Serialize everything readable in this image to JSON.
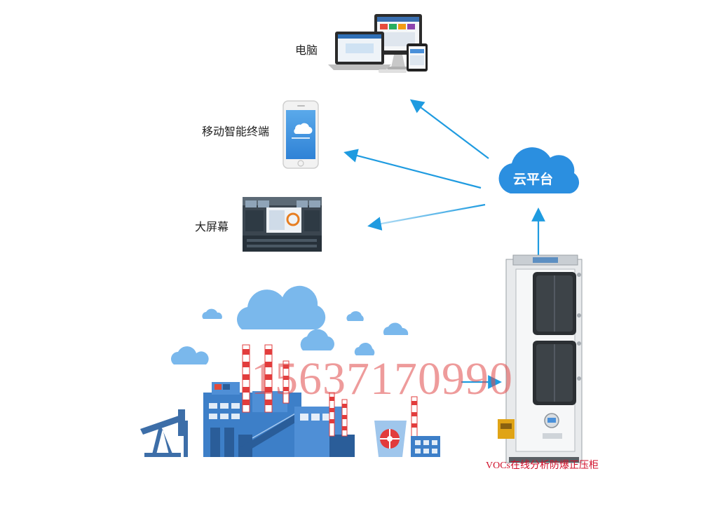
{
  "nodes": {
    "computer": "电脑",
    "mobile": "移动智能终端",
    "big_screen": "大屏幕",
    "cloud": "云平台",
    "cabinet": "VOCs在线分析防爆正压柜"
  },
  "watermark": "15637170990",
  "colors": {
    "arrow": "#1f9be0",
    "cloud": "#2b8fe0",
    "factory": "#3d7fc8",
    "chimney_red": "#e23c3c",
    "caption": "#d0102a"
  }
}
